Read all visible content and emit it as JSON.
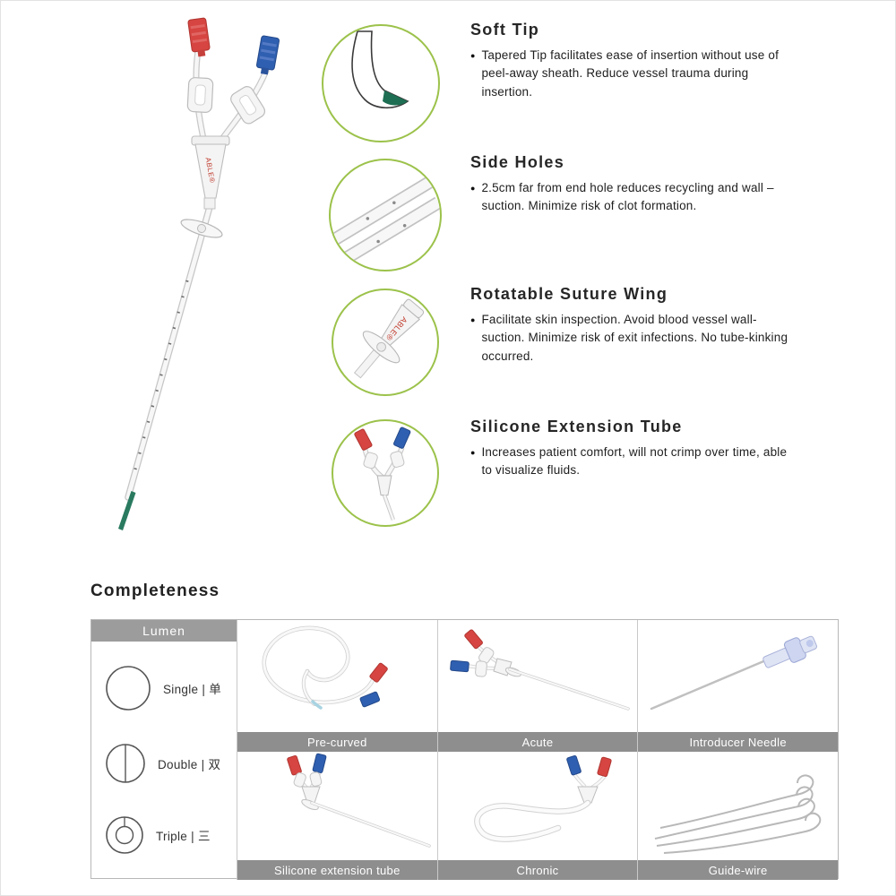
{
  "page": {
    "completeness_title": "Completeness"
  },
  "brand": {
    "name": "ABLE®"
  },
  "features": [
    {
      "title": "Soft Tip",
      "body": "Tapered Tip facilitates ease of insertion without use of peel-away sheath. Reduce vessel trauma during insertion."
    },
    {
      "title": "Side Holes",
      "body": "2.5cm far from end hole reduces recycling and wall –suction. Minimize risk of clot formation."
    },
    {
      "title": "Rotatable Suture Wing",
      "body": "Facilitate skin inspection. Avoid blood vessel wall-suction. Minimize risk of exit infections. No tube-kinking occurred."
    },
    {
      "title": "Silicone Extension Tube",
      "body": "Increases patient comfort, will not crimp over time, able to visualize fluids."
    }
  ],
  "lumen": {
    "header": "Lumen",
    "options": [
      {
        "label": "Single | 单"
      },
      {
        "label": "Double | 双"
      },
      {
        "label": "Triple | 三"
      }
    ]
  },
  "completeness_items": [
    {
      "label": "Pre-curved"
    },
    {
      "label": "Acute"
    },
    {
      "label": "Introducer Needle"
    },
    {
      "label": "Silicone extension tube"
    },
    {
      "label": "Chronic"
    },
    {
      "label": "Guide-wire"
    }
  ],
  "colors": {
    "accent_green": "#9cc24b",
    "arterial_red": "#d64541",
    "venous_blue": "#2f5fb0",
    "tip_green": "#2a7a60",
    "caption_gray": "#8e8e8e"
  }
}
